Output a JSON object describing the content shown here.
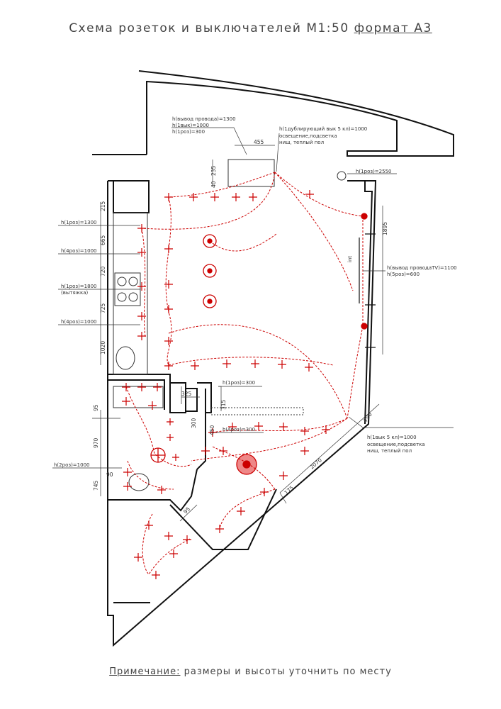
{
  "title": {
    "main": "Схема розеток и выключателей М1:50",
    "format": "формат А3"
  },
  "note": {
    "label": "Примечание:",
    "text": "размеры и высоты уточнить по месту"
  },
  "labels": {
    "wire_out": "h(вывод провода)=1300",
    "switch1": "h(1вык)=1000",
    "socket1": "h(1роз)=300",
    "dup_switch": "h(1дублирующий вык 5 кл)=1000",
    "dup_desc": "освещение,подсветка",
    "dup_desc2": "ниш, теплый пол",
    "socket_top": "h(1роз)=2550",
    "k_1300": "h(1роз)=1300",
    "k_1000a": "h(4роз)=1000",
    "k_1800": "h(1роз)=1800",
    "k_hood": "(вытяжка)",
    "k_1000b": "h(4роз)=1000",
    "tv_out": "h(вывод проводаTV)=1100",
    "tv_sockets": "h(5роз)=600",
    "mid_300": "h(1роз)=300",
    "mid_300b": "h(4роз)=300",
    "sw5": "h(1вык 5 кл)=1000",
    "sw5_desc": "освещение,подсветка",
    "sw5_desc2": "ниш, теплый пол",
    "bath": "h(2роз)=1000",
    "int": "int"
  },
  "dims": {
    "d455": "455",
    "d235": "235",
    "d40": "40",
    "d215": "215",
    "d665": "665",
    "d720": "720",
    "d725": "725",
    "d1020": "1020",
    "d1895": "1895",
    "d325": "325",
    "d315": "315",
    "d300": "300",
    "d450": "450",
    "d95": "95",
    "d970": "970",
    "d745": "745",
    "d90": "90",
    "d2070": "2070",
    "d175": "175",
    "d790": "790",
    "d95b": "95"
  }
}
